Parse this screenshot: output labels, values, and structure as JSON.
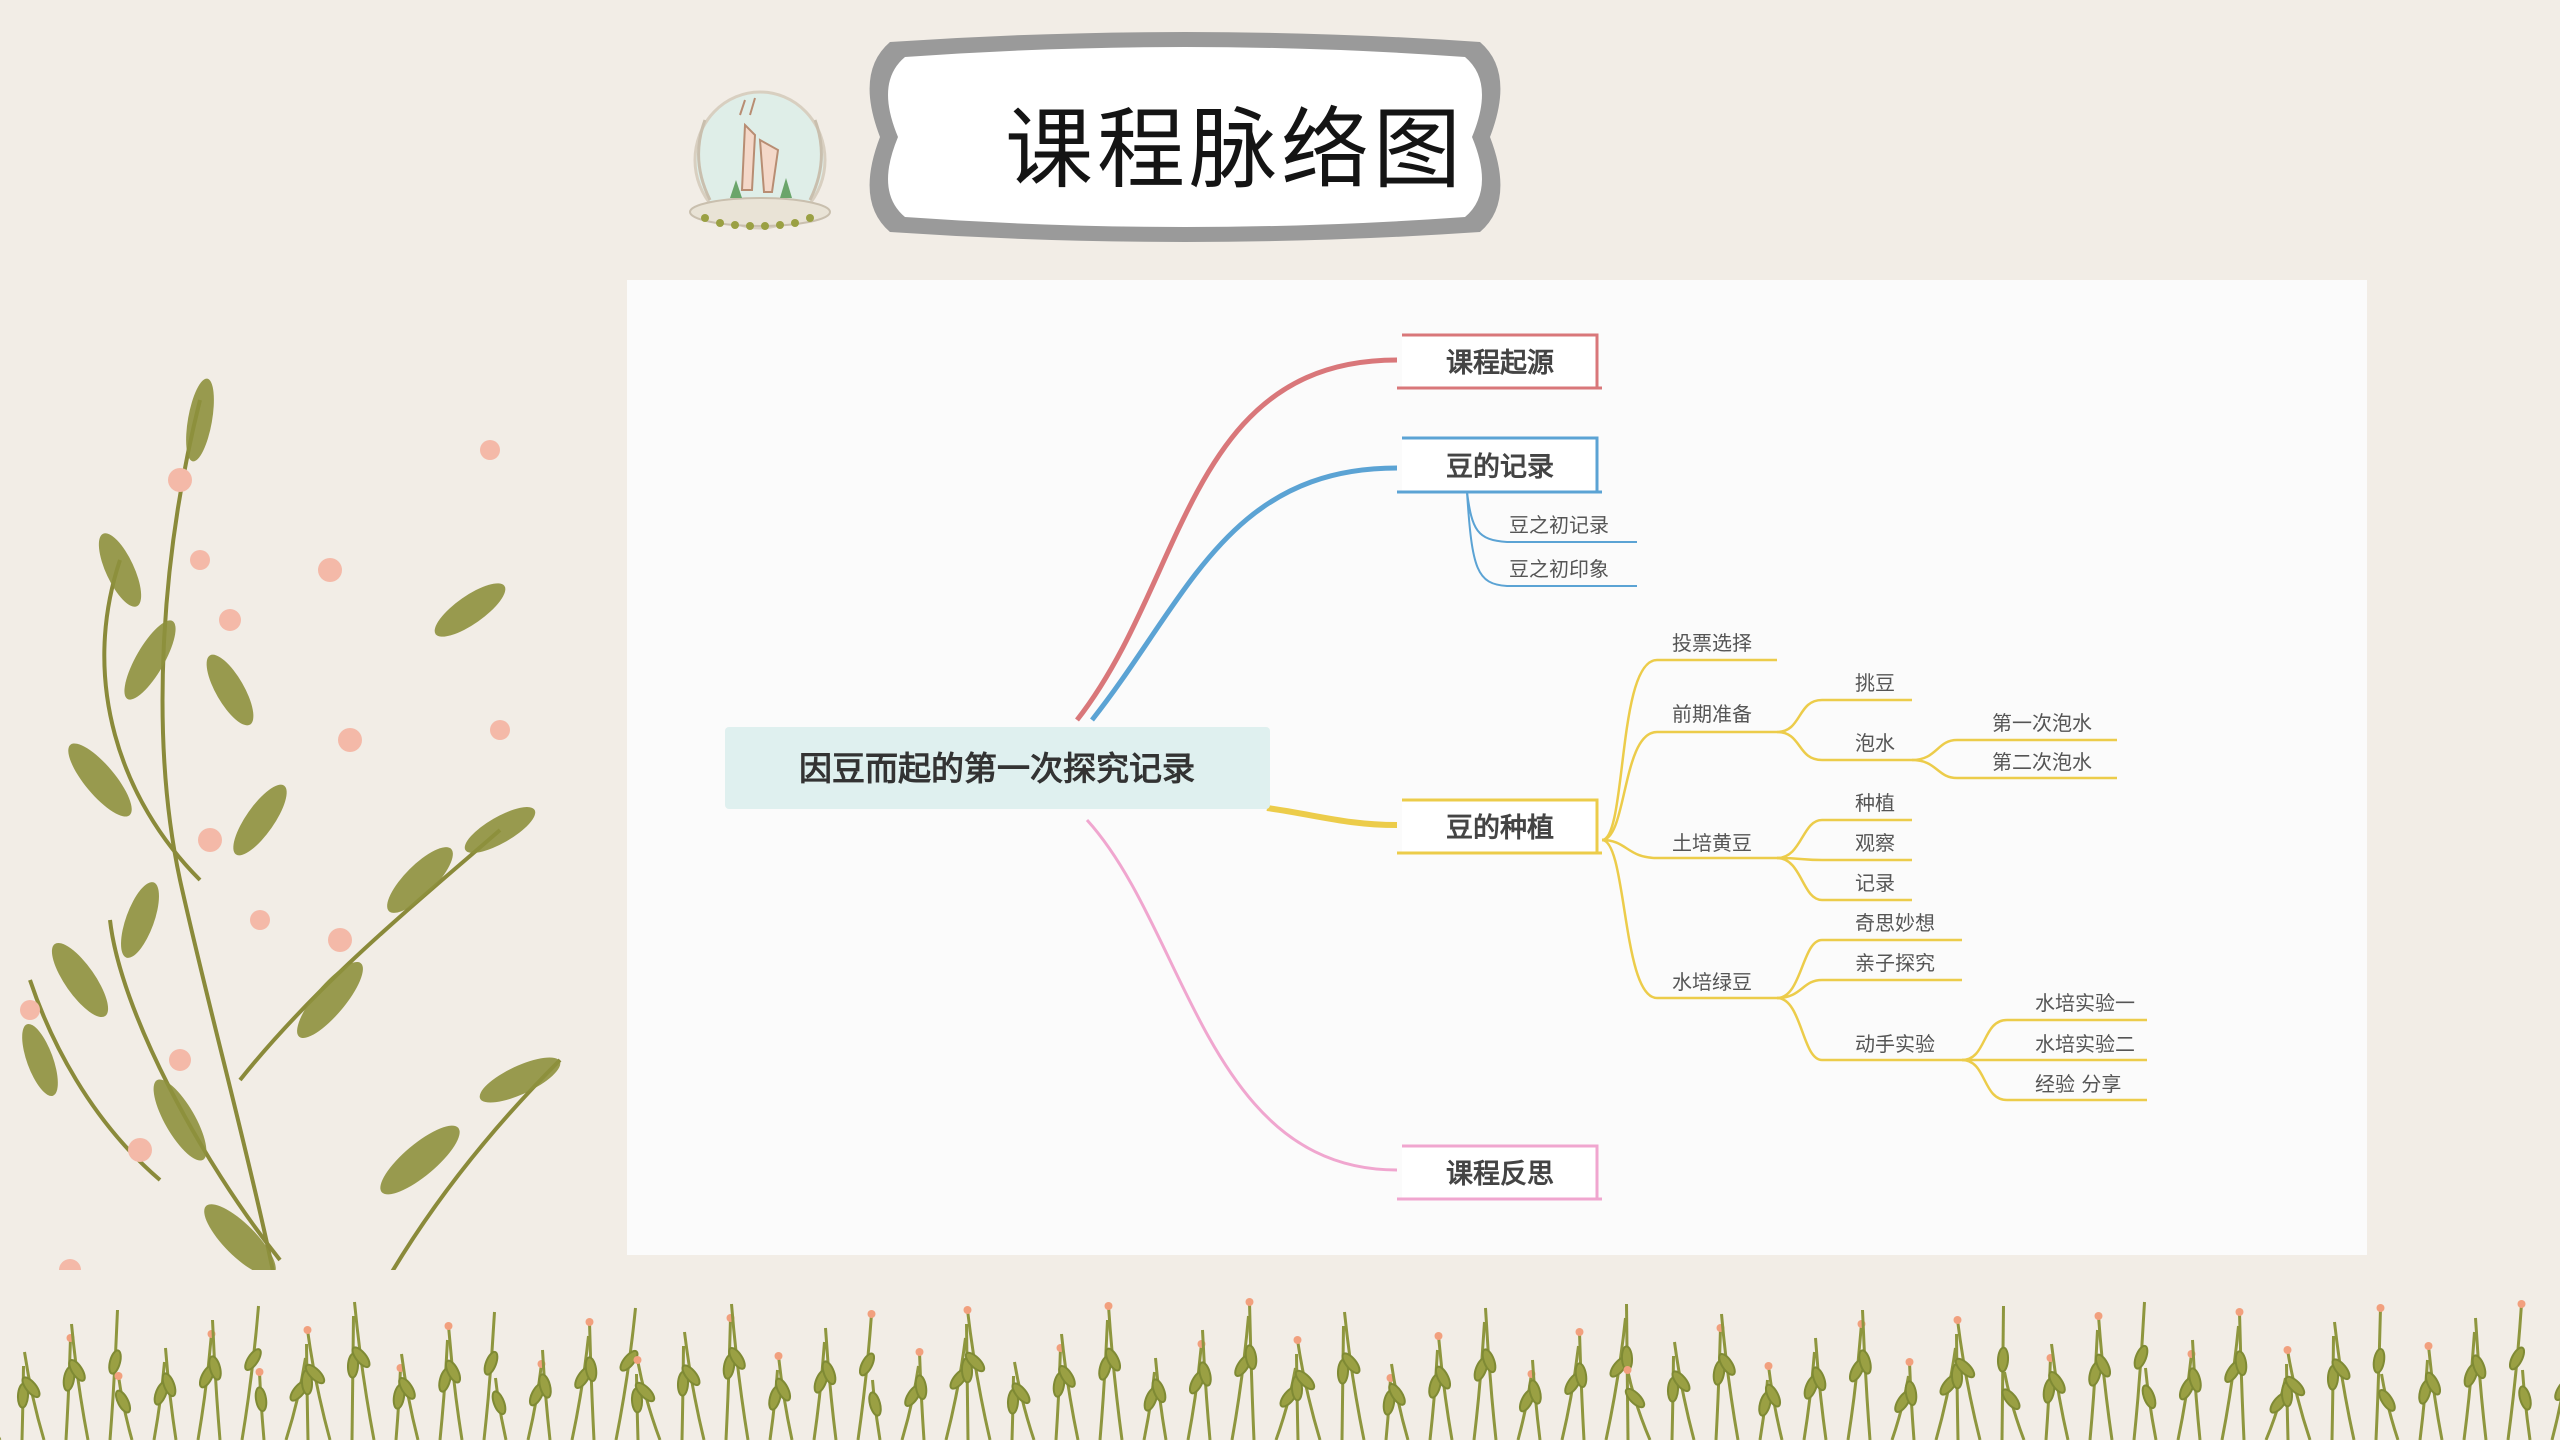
{
  "slide": {
    "title": "课程脉络图"
  },
  "mindmap": {
    "root": "因豆而起的第一次探究记录",
    "branches": {
      "origin": {
        "label": "课程起源"
      },
      "record": {
        "label": "豆的记录",
        "children": [
          "豆之初记录",
          "豆之初印象"
        ]
      },
      "planting": {
        "label": "豆的种植",
        "vote": "投票选择",
        "prep": {
          "label": "前期准备",
          "pick": "挑豆",
          "soak": {
            "label": "泡水",
            "children": [
              "第一次泡水",
              "第二次泡水"
            ]
          }
        },
        "soil": {
          "label": "土培黄豆",
          "children": [
            "种植",
            "观察",
            "记录"
          ]
        },
        "water": {
          "label": "水培绿豆",
          "ideas": "奇思妙想",
          "family": "亲子探究",
          "hands_on": {
            "label": "动手实验",
            "children": [
              "水培实验一",
              "水培实验二",
              "经验 分享"
            ]
          }
        }
      },
      "reflection": {
        "label": "课程反思"
      }
    },
    "colors": {
      "origin": "#d9777a",
      "record": "#5ba3d4",
      "planting": "#eccc4a",
      "reflection": "#f0a6cf",
      "root_bg": "#dff0ef"
    }
  }
}
